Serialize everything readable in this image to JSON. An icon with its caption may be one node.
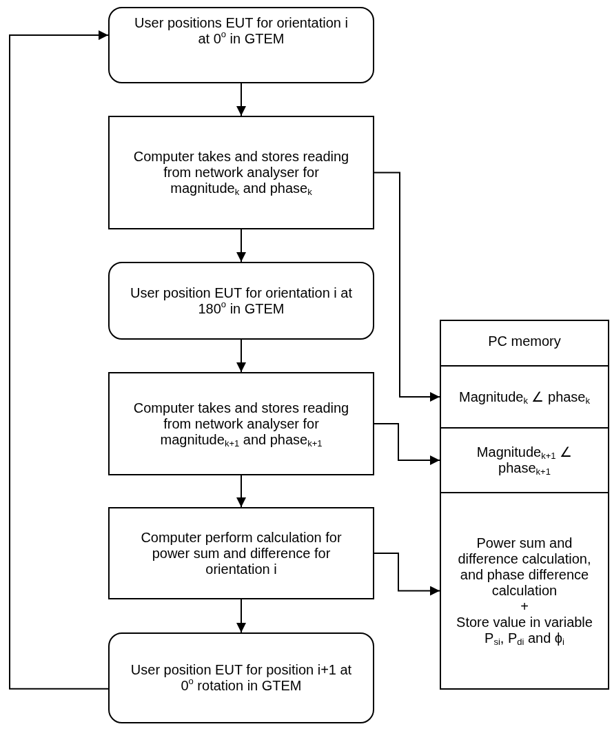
{
  "diagram": {
    "nodes": [
      {
        "text": [
          "User positions EUT for orientation i at 0$^{o}$ in GTEM"
        ]
      },
      {
        "text": [
          "Computer takes and stores reading from network analyser for magnitude$_{k}$ and phase$_{k}$"
        ]
      },
      {
        "text": [
          "User position EUT for orientation i at 180$^{o}$ in GTEM"
        ]
      },
      {
        "text": [
          "Computer takes and stores reading from network analyser for magnitude$_{k+1}$ and phase$_{k+1}$"
        ]
      },
      {
        "text": [
          "Computer perform calculation for power sum and difference for orientation i"
        ]
      },
      {
        "text": [
          "User position EUT for position i+1 at 0$^{o}$ rotation in GTEM"
        ]
      },
      {
        "text": [
          "PC memory"
        ]
      },
      {
        "text": [
          "Magnitude$_{k}$ ∠ phase$_{k}$"
        ],
        "in": 6
      },
      {
        "text": [
          "Magnitude$_{k+1}$ ∠ phase$_{k+1}$"
        ],
        "in": 6
      },
      {
        "text": [
          "Power sum and difference calculation, and phase difference calculation",
          "+",
          "Store value in variable P$_{si}$, P$_{di}$ and ϕ$_{i}$"
        ],
        "in": 6
      }
    ],
    "edges": [
      {
        "from": 0,
        "to": 1,
        "arrow": "to"
      },
      {
        "from": 1,
        "to": 2,
        "arrow": "to"
      },
      {
        "from": 2,
        "to": 3,
        "arrow": "to"
      },
      {
        "from": 3,
        "to": 4,
        "arrow": "to"
      },
      {
        "from": 4,
        "to": 5,
        "arrow": "to"
      },
      {
        "from": 5,
        "to": 0,
        "arrow": "to"
      },
      {
        "from": 1,
        "to": 7,
        "arrow": "to"
      },
      {
        "from": 3,
        "to": 8,
        "arrow": "to"
      },
      {
        "from": 4,
        "to": 9,
        "arrow": "to"
      }
    ]
  }
}
